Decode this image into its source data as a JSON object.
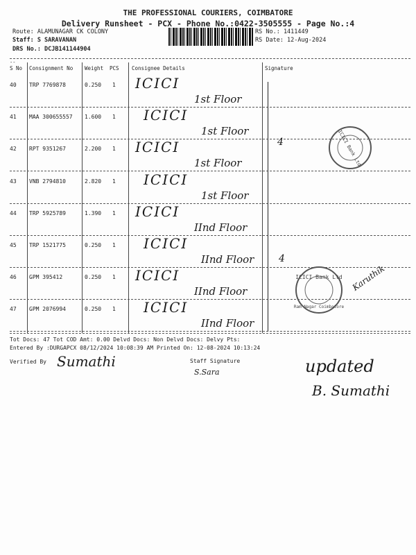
{
  "header": {
    "company": "THE PROFESSIONAL COURIERS, COIMBATORE",
    "subtitle": "Delivery Runsheet - PCX - Phone No.:0422-3505555 - Page No.:4",
    "route": "Route: ALAMUNAGAR CK COLONY",
    "staff": "Staff: S SARAVANAN",
    "drs": "DRS No.: DCJB141144904",
    "rs_no": "RS No.: 1411449",
    "rs_date": "RS Date: 12-Aug-2024"
  },
  "table": {
    "headers": [
      "S No",
      "Consignment No",
      "Weight",
      "PCS",
      "Consignee Details",
      "Signature"
    ],
    "rows": [
      {
        "sno": "40",
        "cons": "TRP 7769878",
        "weight": "0.250",
        "pcs": "1",
        "name": "ICICI",
        "floor": "1st Floor"
      },
      {
        "sno": "41",
        "cons": "MAA 300655557",
        "weight": "1.600",
        "pcs": "1",
        "name": "ICICI",
        "floor": "1st Floor"
      },
      {
        "sno": "42",
        "cons": "RPT 9351267",
        "weight": "2.200",
        "pcs": "1",
        "name": "ICICI",
        "floor": "1st Floor"
      },
      {
        "sno": "43",
        "cons": "VNB 2794810",
        "weight": "2.820",
        "pcs": "1",
        "name": "ICICI",
        "floor": "1st Floor"
      },
      {
        "sno": "44",
        "cons": "TRP 5925789",
        "weight": "1.390",
        "pcs": "1",
        "name": "ICICI",
        "floor": "IInd Floor"
      },
      {
        "sno": "45",
        "cons": "TRP 1521775",
        "weight": "0.250",
        "pcs": "1",
        "name": "ICICI",
        "floor": "IInd Floor"
      },
      {
        "sno": "46",
        "cons": "GPM 395412",
        "weight": "0.250",
        "pcs": "1",
        "name": "ICICI",
        "floor": "IInd Floor"
      },
      {
        "sno": "47",
        "cons": "GPM 2076994",
        "weight": "0.250",
        "pcs": "1",
        "name": "ICICI",
        "floor": "IInd Floor"
      }
    ]
  },
  "stamp": {
    "text": "ICICI Bank Ltd",
    "sub": "Ram Nagar Coimbatore"
  },
  "signature_notes": {
    "count1": "4",
    "count2": "4",
    "sign": "Karuthik"
  },
  "footer": {
    "summary": "Tot Docs:  47   Tot COD Amt:    0.00    Delvd Docs:    Non Delvd Docs:     Delvy Pts:",
    "entered": "Entered By :DURGAPCX 08/12/2024 10:08:39 AM     Printed On: 12-08-2024 10:13:24",
    "verified_label": "Verified By",
    "verified_sign": "Sumathi",
    "staff_label": "Staff Signature",
    "staff_sign": "S.Sara",
    "updated": "updated",
    "updated_by": "B. Sumathi"
  }
}
